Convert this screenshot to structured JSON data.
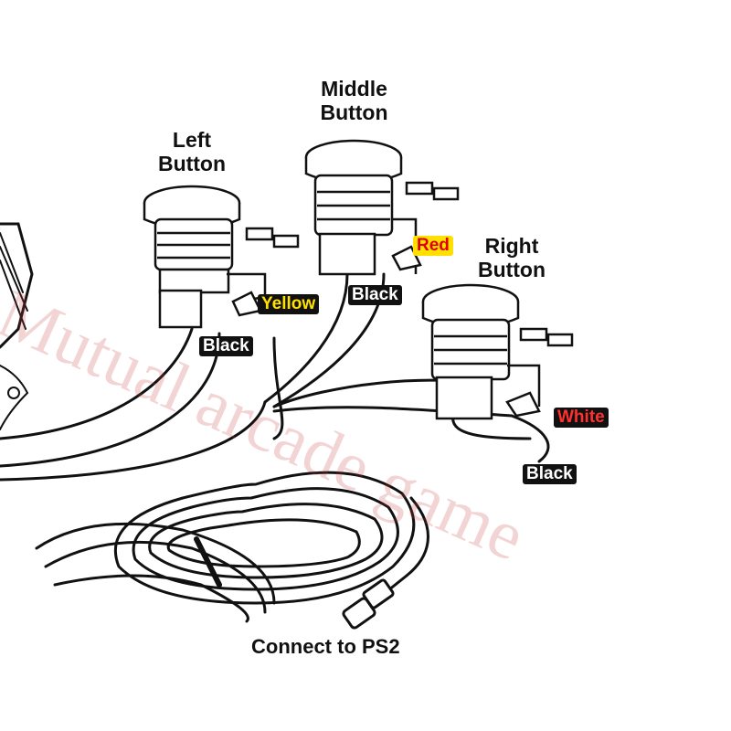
{
  "labels": {
    "left_button": [
      "Left",
      "Button"
    ],
    "middle_button": [
      "Middle",
      "Button"
    ],
    "right_button": [
      "Right",
      "Button"
    ],
    "wire_yellow": "Yellow",
    "wire_red": "Red",
    "wire_white": "White",
    "wire_black": "Black",
    "caption": "Connect to PS2"
  },
  "watermark": "Mutual arcade game",
  "colors": {
    "wire": "#111111",
    "tag_highlight": "#ffe000",
    "tag_text_red": "#e00000"
  }
}
